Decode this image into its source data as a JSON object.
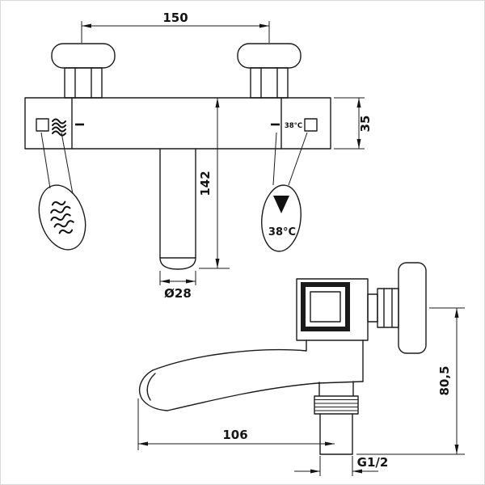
{
  "diagram": {
    "subject": "wall-mounted-thermostatic-bath-mixer-technical-drawing",
    "dimensions": {
      "mounting_centers": "150",
      "body_height": "35",
      "spout_drop": "142",
      "spout_diameter": "Ø28",
      "projection": "106",
      "outlet_height": "80,5",
      "thread": "G1/2"
    },
    "labels": {
      "body_temp": "38°C",
      "callout_temp": "38°C"
    },
    "icons": [
      "flow-waves-icon",
      "temperature-triangle-icon"
    ],
    "colors": {
      "line": "#1b1b1b",
      "background": "#ffffff"
    }
  }
}
